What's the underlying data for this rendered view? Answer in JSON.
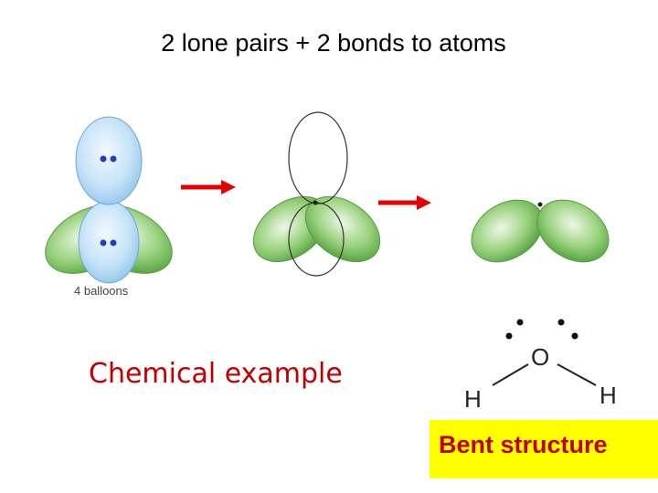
{
  "title": "2 lone pairs + 2 bonds to atoms",
  "balloon_caption": "4 balloons",
  "example_label": "Chemical example",
  "result_label": "Bent structure",
  "molecule": {
    "central_atom": "O",
    "left_atom": "H",
    "right_atom": "H"
  },
  "colors": {
    "lone_pair_lobe": "#bfe0f7",
    "bond_lobe": "#6cc04a",
    "arrow": "#e60000",
    "label_text": "#c00000",
    "highlight_box": "#ffff00",
    "electron_dot": "#1f3fbf"
  }
}
